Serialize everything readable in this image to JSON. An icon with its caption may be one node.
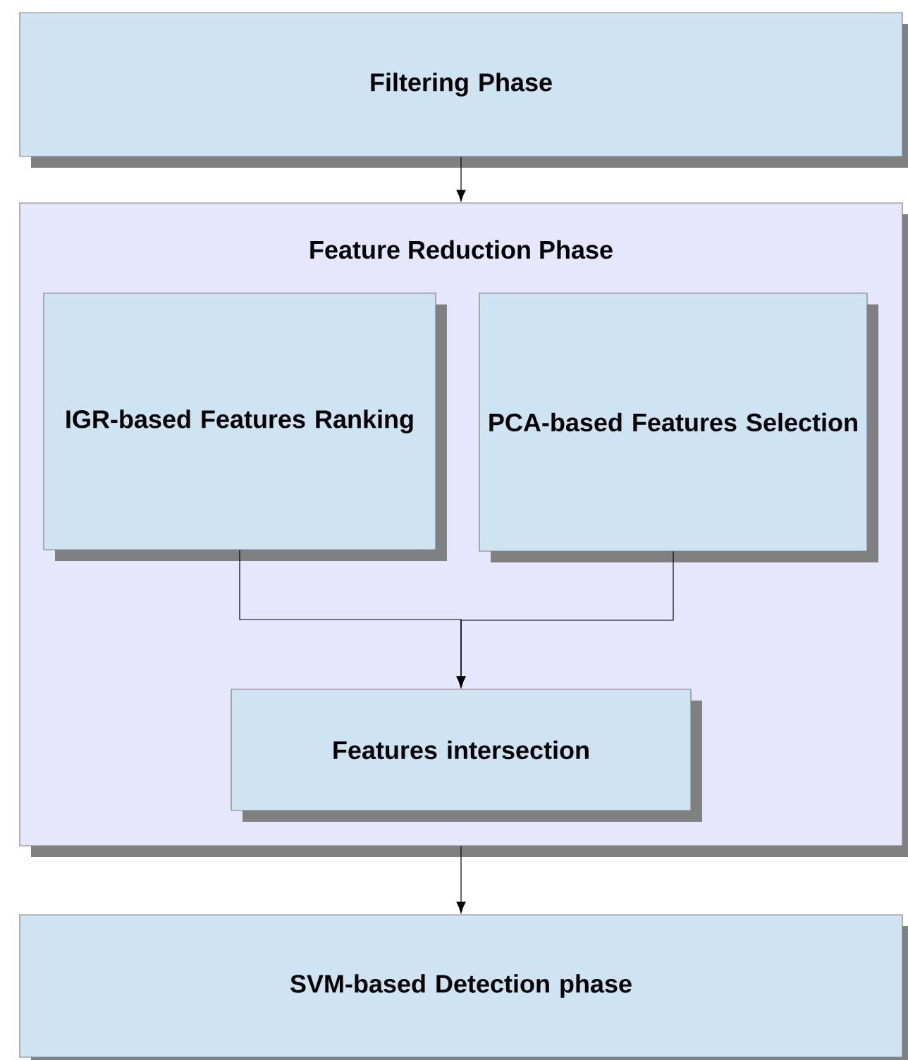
{
  "diagram": {
    "nodes": [
      {
        "text": [
          "Filtering Phase"
        ]
      },
      {
        "text": [
          "Feature Reduction Phase"
        ]
      },
      {
        "text": [
          "IGR-based Features Ranking"
        ],
        "in": 1
      },
      {
        "text": [
          "PCA-based Features Selection"
        ],
        "in": 1
      },
      {
        "text": [
          "Features intersection"
        ],
        "in": 1
      },
      {
        "text": [
          "SVM-based Detection phase"
        ]
      }
    ],
    "edges": [
      {
        "from": 0,
        "to": 1,
        "arrow": "to"
      },
      {
        "from": 2,
        "to": 4,
        "arrow": "to"
      },
      {
        "from": 3,
        "to": 4,
        "arrow": "to"
      },
      {
        "from": 1,
        "to": 5,
        "arrow": "to"
      }
    ]
  }
}
